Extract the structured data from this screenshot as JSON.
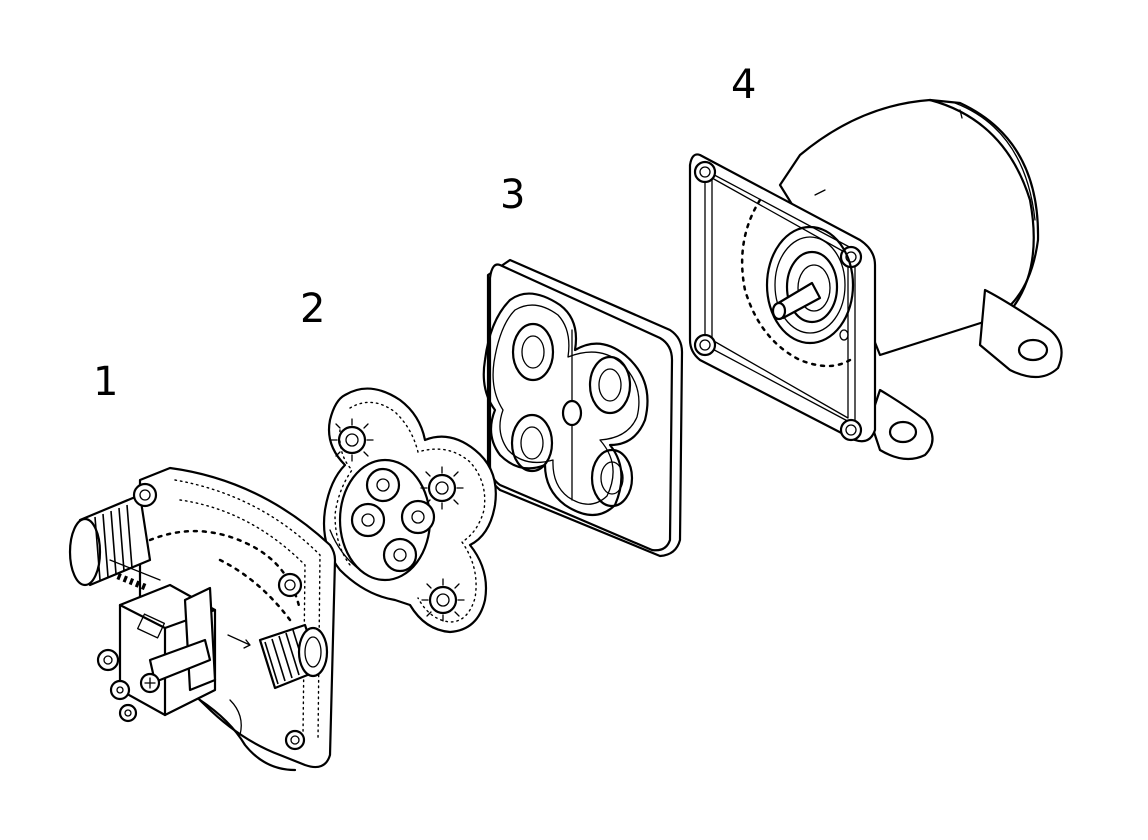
{
  "diagram": {
    "callouts": [
      {
        "id": "1",
        "label": "1"
      },
      {
        "id": "2",
        "label": "2"
      },
      {
        "id": "3",
        "label": "3"
      },
      {
        "id": "4",
        "label": "4"
      }
    ],
    "components": [
      {
        "id": "pump-head",
        "callout": "1"
      },
      {
        "id": "valve-assembly",
        "callout": "2"
      },
      {
        "id": "diaphragm",
        "callout": "3"
      },
      {
        "id": "motor",
        "callout": "4"
      }
    ],
    "stroke_color": "#000000",
    "background_color": "#ffffff"
  }
}
